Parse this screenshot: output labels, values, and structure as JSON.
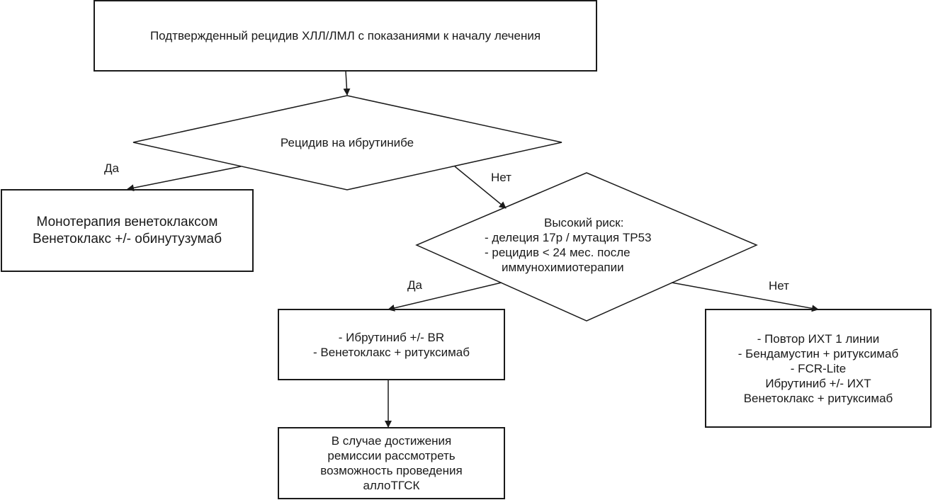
{
  "diagram": {
    "start": {
      "text": "Подтвержденный рецидив ХЛЛ/ЛМЛ с показаниями к началу лечения"
    },
    "decision1": {
      "text": "Рецидив на ибрутинибе"
    },
    "edge_d1_yes": "Да",
    "edge_d1_no": "Нет",
    "monotherapy": {
      "line1": "Монотерапия венетоклаксом",
      "line2": "Венетоклакс +/- обинутузумаб"
    },
    "decision2": {
      "line1": "Высокий риск:",
      "line2": "- делеция 17p / мутация TP53",
      "line3": "- рецидив < 24 мес. после",
      "line4": "иммунохимиотерапии"
    },
    "edge_d2_yes": "Да",
    "edge_d2_no": "Нет",
    "high_risk_treatment": {
      "line1": "- Ибрутиниб +/- BR",
      "line2": "- Венетоклакс + ритуксимаб"
    },
    "allo": {
      "line1": "В случае достижения",
      "line2": "ремиссии рассмотреть",
      "line3": "возможность проведения",
      "line4": "аллоТГСК"
    },
    "low_risk_treatment": {
      "line1": "- Повтор ИХТ 1 линии",
      "line2": "- Бендамустин + ритуксимаб",
      "line3": "- FCR-Lite",
      "line4": "Ибрутиниб +/- ИХТ",
      "line5": "Венетоклакс + ритуксимаб"
    }
  }
}
